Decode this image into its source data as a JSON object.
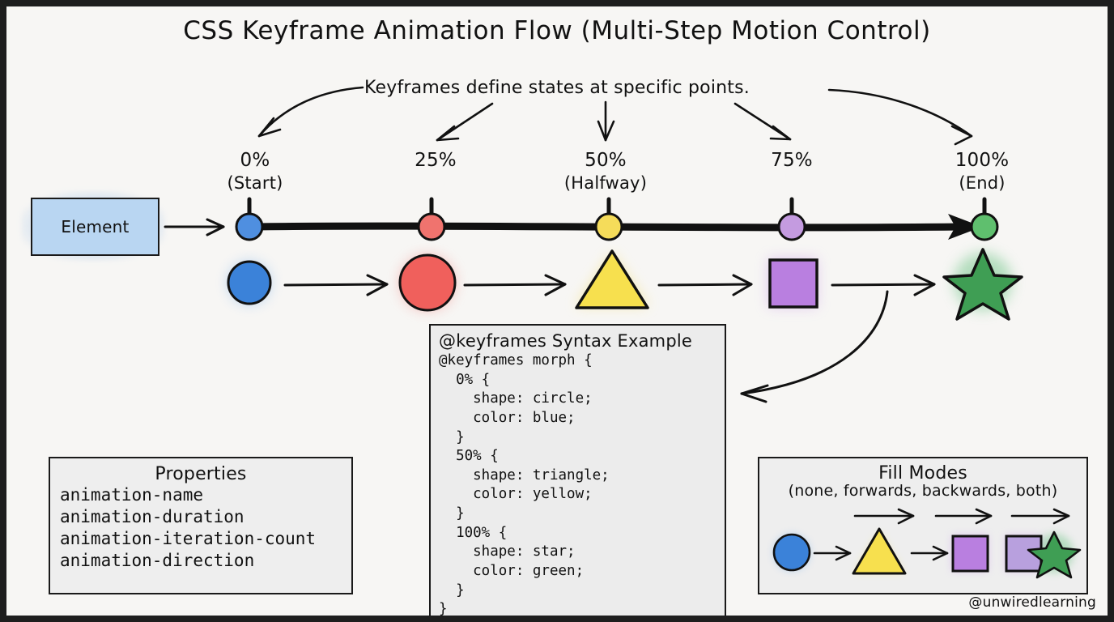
{
  "diagram": {
    "title": "CSS Keyframe Animation Flow (Multi-Step Motion Control)",
    "annotation": "Keyframes define states at specific points.",
    "watermark": "@unwiredlearning",
    "element_label": "Element"
  },
  "timeline": {
    "keyframes": [
      {
        "percent": "0%",
        "sub": "(Start)",
        "marker_color": "#4f8fe0",
        "shape": "circle",
        "shape_color": "#3b82d9"
      },
      {
        "percent": "25%",
        "sub": "",
        "marker_color": "#f0736e",
        "shape": "circle",
        "shape_color": "#f0605c"
      },
      {
        "percent": "50%",
        "sub": "(Halfway)",
        "marker_color": "#f5dc5a",
        "shape": "triangle",
        "shape_color": "#f7e04e"
      },
      {
        "percent": "75%",
        "sub": "",
        "marker_color": "#c49be0",
        "shape": "square",
        "shape_color": "#b97fe0"
      },
      {
        "percent": "100%",
        "sub": "(End)",
        "marker_color": "#5fbf6e",
        "shape": "star",
        "shape_color": "#3f9e54"
      }
    ]
  },
  "properties_box": {
    "title": "Properties",
    "items": [
      "animation-name",
      "animation-duration",
      "animation-iteration-count",
      "animation-direction"
    ]
  },
  "code_box": {
    "title": "@keyframes Syntax Example",
    "code": "@keyframes morph {\n  0% {\n    shape: circle;\n    color: blue;\n  }\n  50% {\n    shape: triangle;\n    color: yellow;\n  }\n  100% {\n    shape: star;\n    color: green;\n  }\n}"
  },
  "fill_modes_box": {
    "title": "Fill Modes",
    "subtitle": "(none, forwards, backwards, both)",
    "shapes": [
      "circle",
      "triangle",
      "square",
      "square",
      "star"
    ]
  },
  "colors": {
    "blue": "#3b82d9",
    "red": "#f0605c",
    "yellow": "#f7e04e",
    "purple": "#b97fe0",
    "green": "#3f9e54",
    "ink": "#111111",
    "paper": "#f7f6f4",
    "frame": "#1e1e1e"
  }
}
